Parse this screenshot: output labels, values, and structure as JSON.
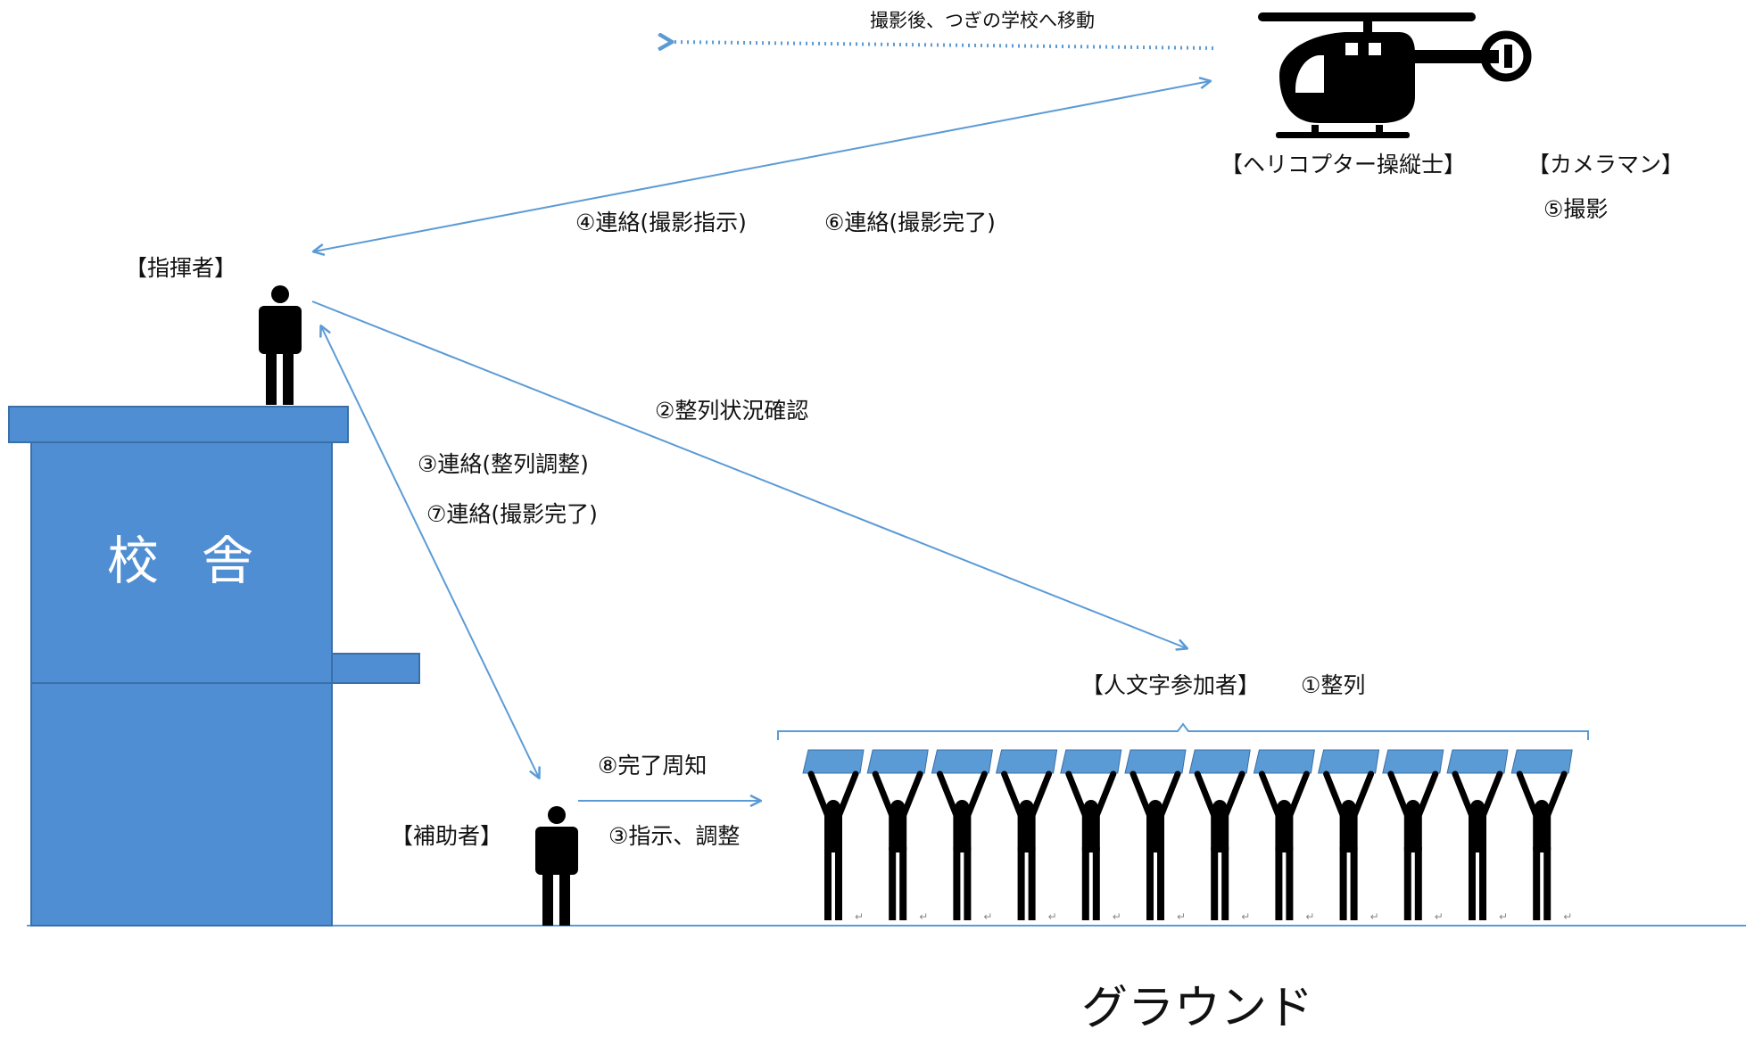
{
  "diagram": {
    "top_note": "撮影後、つぎの学校へ移動",
    "labels": {
      "pilot": "【ヘリコプター操縦士】",
      "cameraman": "【カメラマン】",
      "shoot": "⑤撮影",
      "contact_instruct": "④連絡(撮影指示)",
      "contact_done": "⑥連絡(撮影完了)",
      "commander": "【指揮者】",
      "check_alignment": "②整列状況確認",
      "contact_adjust": "③連絡(整列調整)",
      "contact_done_2": "⑦連絡(撮影完了)",
      "building_char_1": "校",
      "building_char_2": "舎",
      "participants": "【人文字参加者】",
      "align": "①整列",
      "notify_done": "⑧完了周知",
      "assistant": "【補助者】",
      "instruct_adjust": "③指示、調整",
      "ground": "グラウンド"
    },
    "participant_count": 12,
    "colors": {
      "building_fill": "#4f8ed3",
      "building_stroke": "#3a6fa8",
      "arrow": "#5b9bd5",
      "figure": "#000000",
      "board_fill": "#5b9bd5"
    },
    "icons": [
      "helicopter-icon",
      "person-icon",
      "board-holding-person-icon",
      "return-mark-icon"
    ]
  }
}
